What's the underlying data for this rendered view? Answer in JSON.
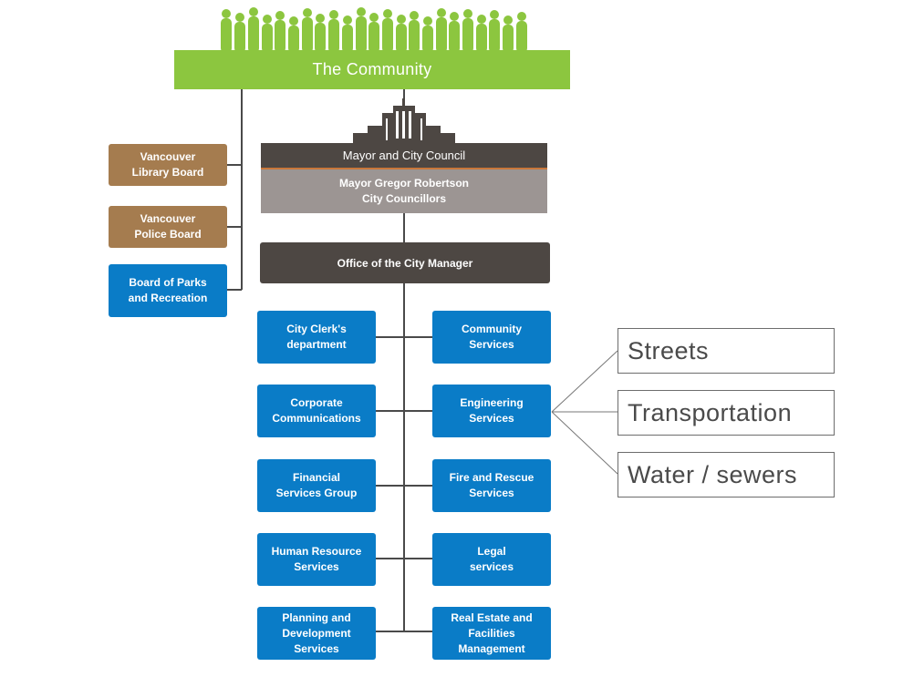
{
  "community": {
    "label": "The Community"
  },
  "council": {
    "title": "Mayor and City Council",
    "line1": "Mayor Gregor Robertson",
    "line2": "City Councillors"
  },
  "manager": {
    "label": "Office of the City Manager"
  },
  "boards": [
    {
      "line1": "Vancouver",
      "line2": "Library Board"
    },
    {
      "line1": "Vancouver",
      "line2": "Police Board"
    },
    {
      "line1": "Board of Parks",
      "line2": "and Recreation"
    }
  ],
  "departments_left": [
    {
      "line1": "City Clerk's",
      "line2": "department"
    },
    {
      "line1": "Corporate",
      "line2": "Communications"
    },
    {
      "line1": "Financial",
      "line2": "Services Group"
    },
    {
      "line1": "Human Resource",
      "line2": "Services"
    },
    {
      "line1": "Planning and",
      "line2": "Development",
      "line3": "Services"
    }
  ],
  "departments_right": [
    {
      "line1": "Community",
      "line2": "Services"
    },
    {
      "line1": "Engineering",
      "line2": "Services"
    },
    {
      "line1": "Fire and Rescue",
      "line2": "Services"
    },
    {
      "line1": "Legal",
      "line2": "services"
    },
    {
      "line1": "Real Estate and",
      "line2": "Facilities",
      "line3": "Management"
    }
  ],
  "engineering_callouts": [
    "Streets",
    "Transportation",
    "Water / sewers"
  ],
  "colors": {
    "community_green": "#8cc63f",
    "dark_brown": "#4d4743",
    "council_grey": "#9c9593",
    "board_brown": "#a57c4f",
    "department_blue": "#0a7cc7",
    "accent_orange": "#c9773a"
  },
  "icons": {
    "crowd": "people-silhouettes-icon",
    "city_hall": "city-hall-building-icon"
  }
}
